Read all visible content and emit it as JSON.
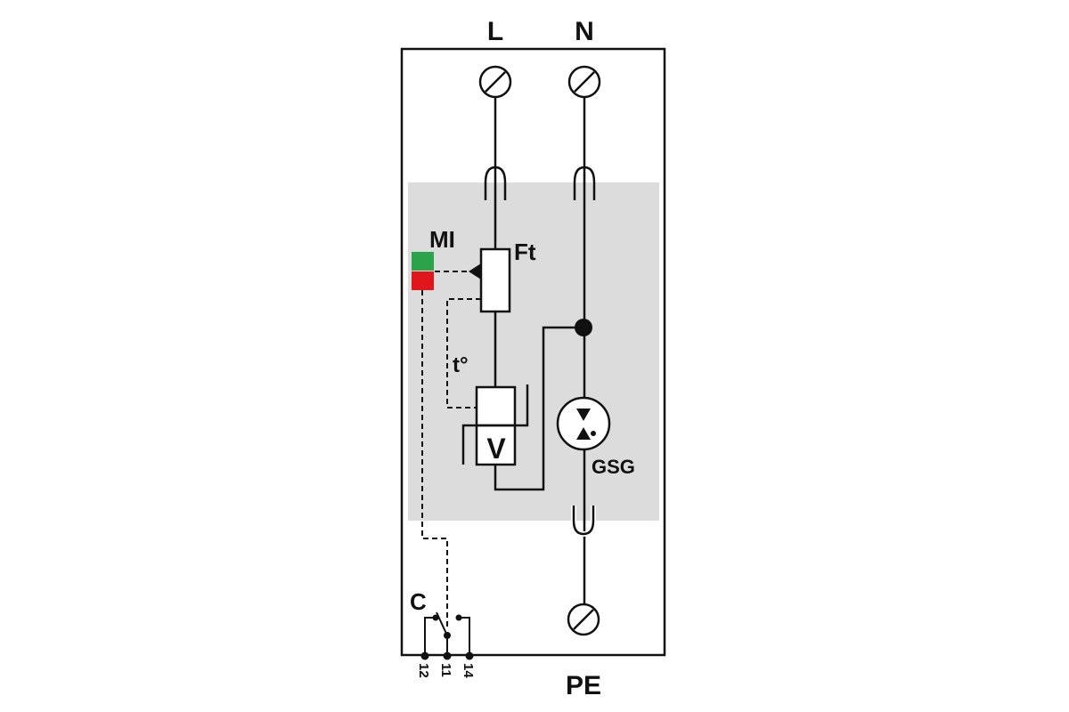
{
  "labels": {
    "line": "L",
    "neutral": "N",
    "protective_earth": "PE",
    "monitor_indicator": "MI",
    "thermal_fuse": "Ft",
    "temperature": "t°",
    "varistor": "V",
    "gas_discharge_tube": "GSG",
    "contact": "C"
  },
  "terminals": [
    "12",
    "11",
    "14"
  ],
  "colors": {
    "shaded_module": "#dcdcdc",
    "indicator_ok": "#2aa34a",
    "indicator_fault": "#e1161c",
    "line": "#111111"
  },
  "icons": {
    "screw_terminal": "screw-terminal-icon",
    "plug_connector": "plug-connector-icon",
    "fuse": "thermal-fuse-icon",
    "varistor": "varistor-icon",
    "gas_discharge": "gas-discharge-tube-icon",
    "switch": "changeover-contact-icon"
  }
}
